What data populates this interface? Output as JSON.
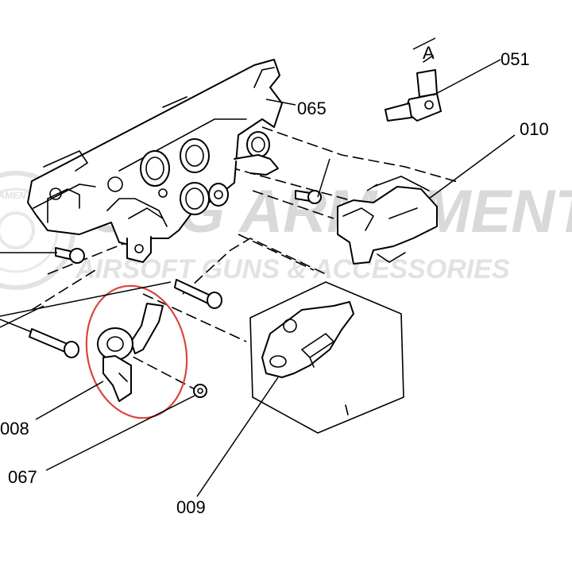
{
  "diagram": {
    "part_numbers": {
      "p051": "051",
      "p065": "065",
      "p010": "010",
      "p008": "008",
      "p067": "067",
      "p009": "009"
    },
    "view_marker": "A",
    "highlight_color": "#d9473f"
  },
  "watermark": {
    "line_large": "G&G ARMAMENT",
    "line_small": "AIRSOFT GUNS & ACCESSORIES",
    "seal_text": "ARMAMENT"
  }
}
